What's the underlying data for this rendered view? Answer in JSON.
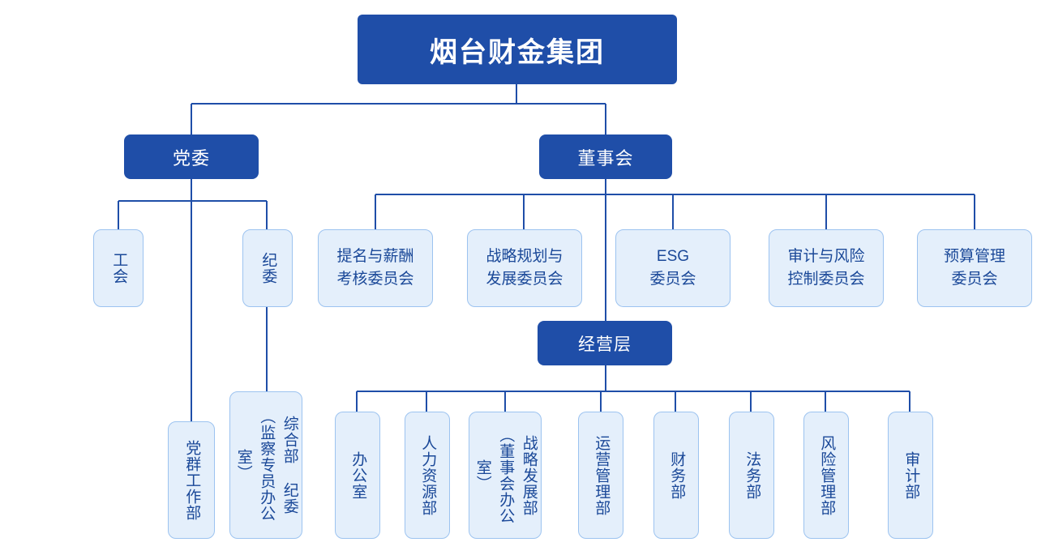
{
  "diagram": {
    "title_text": "烟台财金集团",
    "type": "org-chart",
    "colors": {
      "primary_fill": "#1F4EA8",
      "primary_text": "#FFFFFF",
      "sub_fill": "#E4EFFB",
      "sub_border": "#9CC3F0",
      "sub_text": "#1A4898",
      "connector": "#1F4EA8",
      "background": "#FFFFFF"
    }
  },
  "root": {
    "label": "烟台财金集团"
  },
  "level1": {
    "party_committee": "党委",
    "board_of_directors": "董事会"
  },
  "party_children": [
    {
      "label": "工会"
    },
    {
      "label": "纪委"
    },
    {
      "label": "党群工作部"
    }
  ],
  "discipline_child": {
    "label": "综合部\n纪委（监察专员办公室）"
  },
  "board_committees": [
    {
      "label": "提名与薪酬\n考核委员会"
    },
    {
      "label": "战略规划与\n发展委员会"
    },
    {
      "label": "ESG\n委员会"
    },
    {
      "label": "审计与风险\n控制委员会"
    },
    {
      "label": "预算管理\n委员会"
    }
  ],
  "management": {
    "label": "经营层"
  },
  "departments": [
    {
      "label": "办公室"
    },
    {
      "label": "人力资源部"
    },
    {
      "label": "战略发展部（董事会办公室）"
    },
    {
      "label": "运营管理部"
    },
    {
      "label": "财务部"
    },
    {
      "label": "法务部"
    },
    {
      "label": "风险管理部"
    },
    {
      "label": "审计部"
    }
  ]
}
